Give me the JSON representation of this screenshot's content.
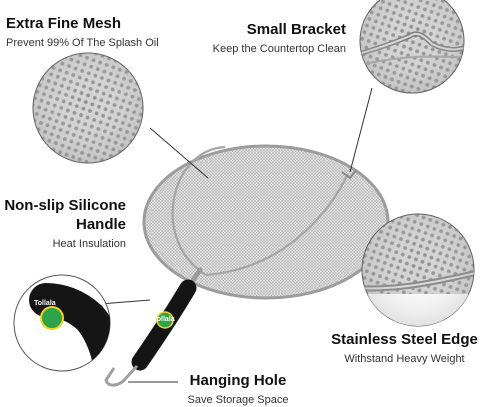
{
  "features": [
    {
      "title": "Extra Fine Mesh",
      "subtitle": "Prevent 99% Of The Splash Oil"
    },
    {
      "title": "Small Bracket",
      "subtitle": "Keep the Countertop Clean"
    },
    {
      "title": "Non-slip Silicone Handle",
      "subtitle": "Heat Insulation"
    },
    {
      "title": "Stainless Steel Edge",
      "subtitle": "Withstand Heavy Weight"
    },
    {
      "title": "Hanging Hole",
      "subtitle": "Save Storage Space"
    }
  ],
  "brand": "Tollala",
  "colors": {
    "handle": "#111111",
    "badge": "#2fa24a",
    "frame": "#a9a9a9",
    "mesh": "#d9d9d9"
  }
}
